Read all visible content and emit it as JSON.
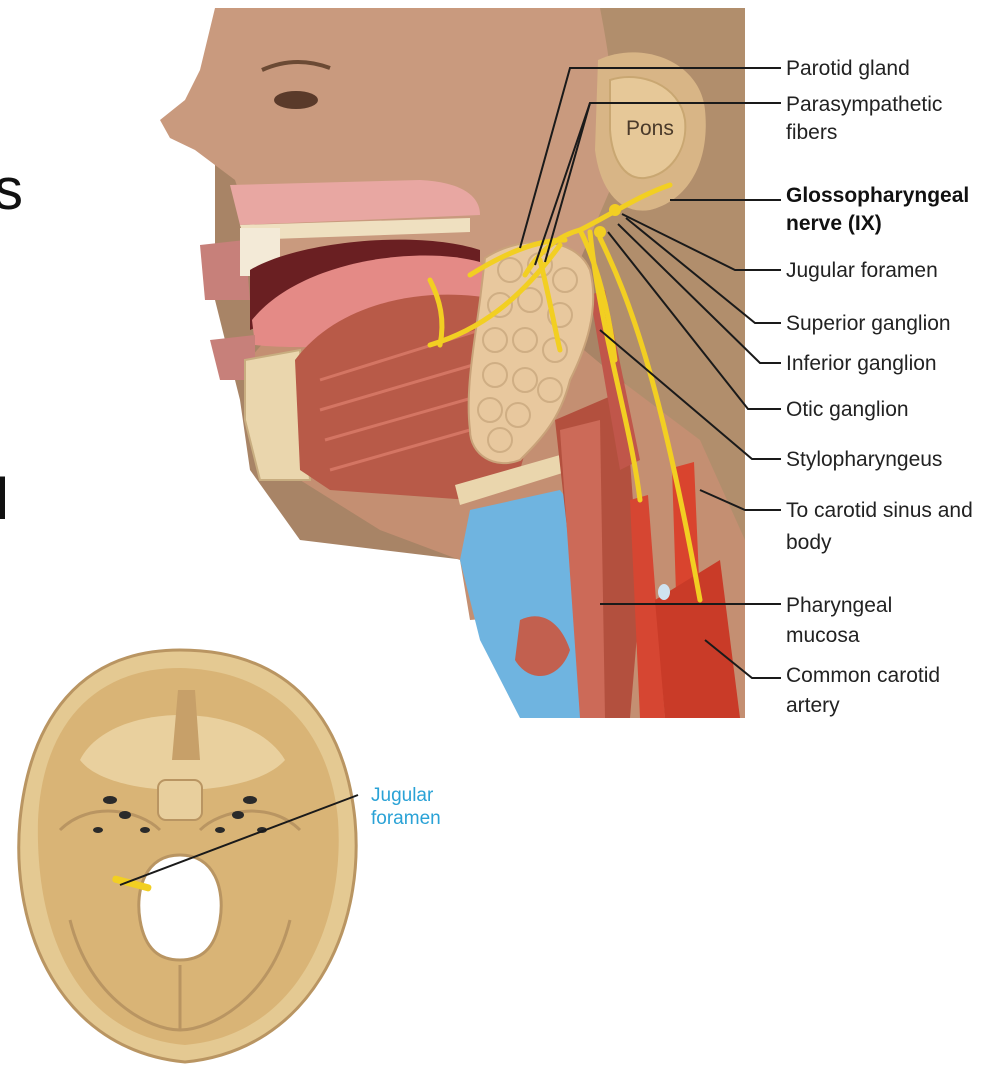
{
  "slide": {
    "left_text_fragment_1": "s",
    "left_text_fragment_2": "l"
  },
  "figure": {
    "colors": {
      "skin": "#c99a7e",
      "hair": "#a88466",
      "muscle": "#b85a48",
      "gland": "#e8c89e",
      "nerve": "#f2cf22",
      "bone": "#e4c992",
      "cartilage": "#6fb4e0",
      "artery": "#d9442e",
      "leader_line": "#1a1a1a",
      "skull_label": "#2aa2d6"
    },
    "labels": {
      "pons": "Pons",
      "parotid_gland": "Parotid gland",
      "parasympathetic_1": "Parasympathetic",
      "parasympathetic_2": "fibers",
      "glosso_1": "Glossopharyngeal",
      "glosso_2": "nerve (IX)",
      "jugular_foramen": "Jugular foramen",
      "superior_ganglion": "Superior ganglion",
      "inferior_ganglion": "Inferior ganglion",
      "otic_ganglion": "Otic ganglion",
      "stylopharyngeus": "Stylopharyngeus",
      "carotid_sinus_1": "To carotid sinus and",
      "carotid_sinus_2": "body",
      "pharyngeal_mucosa_1": "Pharyngeal",
      "pharyngeal_mucosa_2": "mucosa",
      "common_carotid_1": "Common carotid",
      "common_carotid_2": "artery",
      "skull_jugular_1": "Jugular",
      "skull_jugular_2": "foramen"
    }
  }
}
